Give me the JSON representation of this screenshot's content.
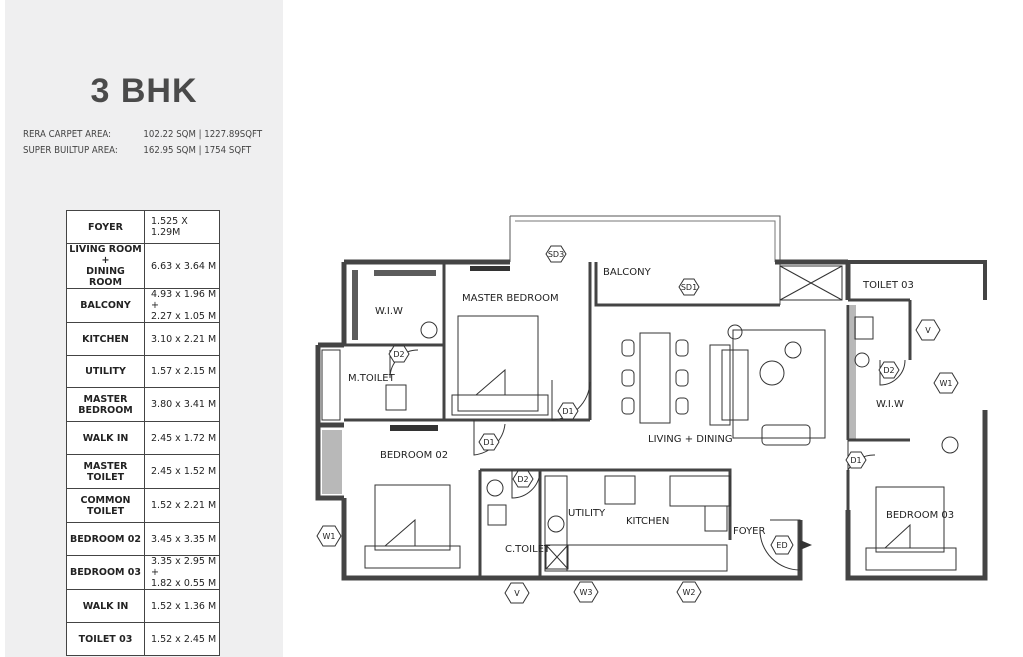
{
  "title": "3 BHK",
  "areas": [
    {
      "label": "RERA CARPET AREA:",
      "value": "102.22 SQM | 1227.89SQFT"
    },
    {
      "label": "SUPER BUILTUP AREA:",
      "value": "162.95 SQM | 1754 SQFT"
    }
  ],
  "rooms": [
    {
      "name": "FOYER",
      "size": "1.525 X 1.29M"
    },
    {
      "name": "LIVING ROOM +\nDINING ROOM",
      "size": "6.63 x 3.64 M"
    },
    {
      "name": "BALCONY",
      "size": "4.93 x 1.96 M +\n2.27 x 1.05 M"
    },
    {
      "name": "KITCHEN",
      "size": "3.10 x 2.21 M"
    },
    {
      "name": "UTILITY",
      "size": "1.57 x 2.15 M"
    },
    {
      "name": "MASTER\nBEDROOM",
      "size": "3.80 x 3.41 M"
    },
    {
      "name": "WALK IN",
      "size": "2.45 x 1.72 M"
    },
    {
      "name": "MASTER\nTOILET",
      "size": "2.45 x 1.52 M"
    },
    {
      "name": "COMMON\nTOILET",
      "size": "1.52 x 2.21 M"
    },
    {
      "name": "BEDROOM 02",
      "size": "3.45 x 3.35 M"
    },
    {
      "name": "BEDROOM 03",
      "size": "3.35 x 2.95 M +\n1.82 x 0.55 M"
    },
    {
      "name": "WALK IN",
      "size": "1.52 x 1.36 M"
    },
    {
      "name": "TOILET 03",
      "size": "1.52 x 2.45 M"
    }
  ],
  "plan_labels": {
    "balcony": "BALCONY",
    "master_bedroom": "MASTER BEDROOM",
    "wiw_1": "W.I.W",
    "m_toilet": "M.TOILET",
    "toilet_03": "TOILET 03",
    "wiw_2": "W.I.W",
    "living_dining": "LIVING + DINING",
    "bedroom_02": "BEDROOM 02",
    "utility": "UTILITY",
    "kitchen": "KITCHEN",
    "c_toilet": "C.TOILET",
    "foyer": "FOYER",
    "bedroom_03": "BEDROOM 03"
  },
  "tags": {
    "sd3": "SD3",
    "sd1": "SD1",
    "d1a": "D1",
    "d1b": "D1",
    "d1c": "D1",
    "d2a": "D2",
    "d2b": "D2",
    "d2c": "D2",
    "ed": "ED",
    "w1a": "W1",
    "w1b": "W1",
    "w2": "W2",
    "w3": "W3",
    "va": "V",
    "vb": "V"
  }
}
